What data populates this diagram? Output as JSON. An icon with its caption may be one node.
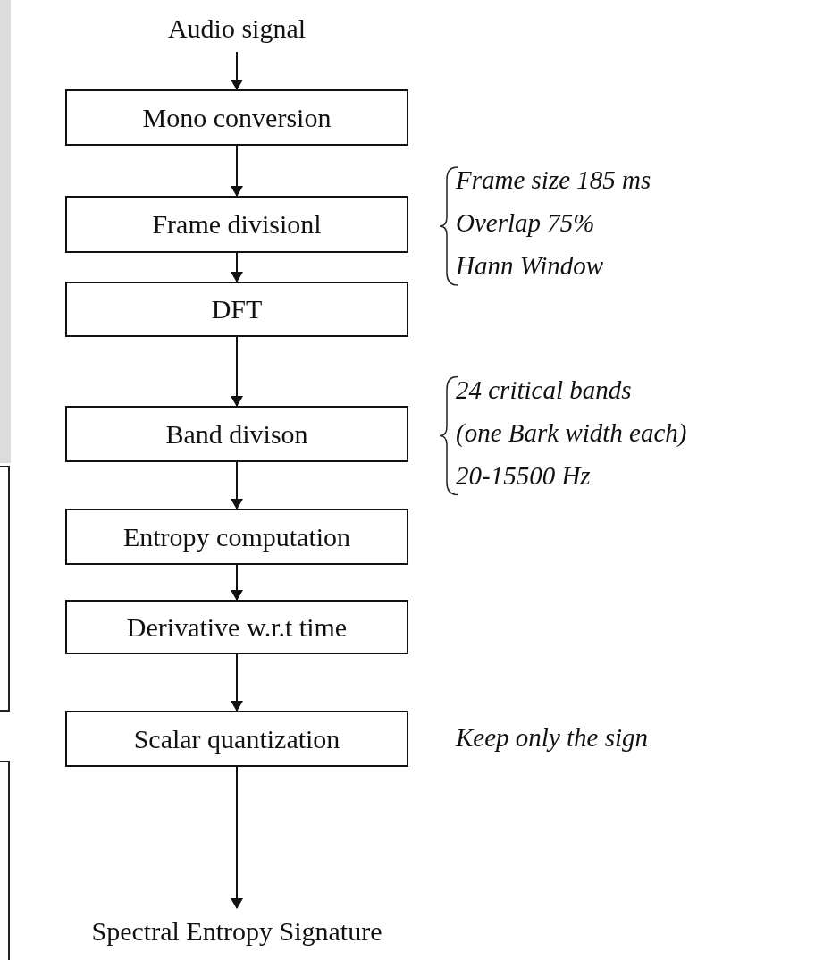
{
  "diagram": {
    "nodes": [
      {
        "text": [
          "Audio signal"
        ]
      },
      {
        "text": [
          "Mono conversion"
        ]
      },
      {
        "text": [
          "Frame divisionl"
        ],
        "beside": [
          "Frame size 185 ms",
          "Overlap 75%",
          "Hann Window"
        ]
      },
      {
        "text": [
          "DFT"
        ]
      },
      {
        "text": [
          "Band divison"
        ],
        "beside": [
          "24 critical bands",
          "(one Bark width each)",
          "20-15500 Hz"
        ]
      },
      {
        "text": [
          "Entropy computation"
        ]
      },
      {
        "text": [
          "Derivative w.r.t time"
        ]
      },
      {
        "text": [
          "Scalar quantization"
        ],
        "beside": [
          "Keep only the sign"
        ]
      },
      {
        "text": [
          "Spectral Entropy Signature"
        ]
      }
    ],
    "edges": [
      {
        "from": 0,
        "to": 1,
        "arrow": "to"
      },
      {
        "from": 1,
        "to": 2,
        "arrow": "to"
      },
      {
        "from": 2,
        "to": 3,
        "arrow": "to"
      },
      {
        "from": 3,
        "to": 4,
        "arrow": "to"
      },
      {
        "from": 4,
        "to": 5,
        "arrow": "to"
      },
      {
        "from": 5,
        "to": 6,
        "arrow": "to"
      },
      {
        "from": 6,
        "to": 7,
        "arrow": "to"
      },
      {
        "from": 7,
        "to": 8,
        "arrow": "to"
      }
    ]
  }
}
